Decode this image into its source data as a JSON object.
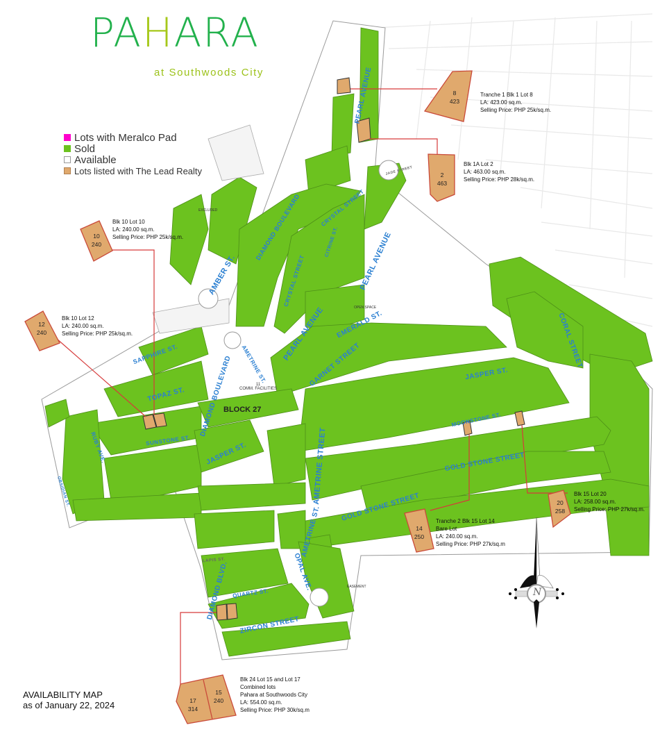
{
  "brand": {
    "title_pre": "PA",
    "title_h": "H",
    "title_post": "ARA",
    "subtitle": "at Southwoods City",
    "primary_color": "#22b14c",
    "accent_color": "#9cc21a"
  },
  "legend": {
    "items": [
      {
        "label": "Lots with Meralco Pad",
        "color": "#ff00cc"
      },
      {
        "label": "Sold",
        "color": "#6cc21f"
      },
      {
        "label": "Available",
        "color": "#ffffff"
      },
      {
        "label": "Lots listed with The Lead Realty",
        "color": "#e0a96d"
      }
    ]
  },
  "callouts": [
    {
      "id": "b1-l8",
      "lot": "8",
      "area": "423",
      "lines": [
        "Tranche 1 Blk 1 Lot 8",
        "LA: 423.00 sq.m.",
        "Selling Price: PHP 25k/sq.m."
      ]
    },
    {
      "id": "b1a-l2",
      "lot": "2",
      "area": "463",
      "lines": [
        "Blk 1A Lot 2",
        "LA: 463.00 sq.m.",
        "Selling Price: PHP 28k/sq.m."
      ]
    },
    {
      "id": "b10-l10",
      "lot": "10",
      "area": "240",
      "lines": [
        "Blk 10 Lot 10",
        "LA: 240.00 sq.m.",
        "Selling Price: PHP 25k/sq.m."
      ]
    },
    {
      "id": "b10-l12",
      "lot": "12",
      "area": "240",
      "lines": [
        "Blk 10 Lot 12",
        "LA: 240.00 sq.m.",
        "Selling Price: PHP 25k/sq.m."
      ]
    },
    {
      "id": "b15-l20",
      "lot": "20",
      "area": "258",
      "lines": [
        "Blk 15 Lot 20",
        "LA: 258.00 sq.m.",
        "Selling Price: PHP 27k/sq.m."
      ]
    },
    {
      "id": "b15-l14",
      "lot": "14",
      "area": "250",
      "lines": [
        "Tranche 2 Blk 15 Lot 14",
        "Bare Lot",
        "LA: 240.00 sq.m.",
        "Selling Price: PHP 27k/sq.m"
      ]
    },
    {
      "id": "b24-l15-17",
      "lot": "17",
      "area": "314",
      "lot2": "15",
      "area2": "240",
      "lines": [
        "Blk 24 Lot 15 and Lot 17",
        "Combined lots",
        "Pahara at Southwoods City",
        "LA: 554.00 sq.m.",
        "Selling Price: PHP 30k/sq.m"
      ]
    }
  ],
  "streets": {
    "pearl_avenue_n": "PEARL AVENUE",
    "pearl_avenue_mid": "PEARL AVENUE",
    "pearl_avenue_s": "PEARL AVENUE",
    "diamond_boulevard_n": "DIAMOND BOULEVARD",
    "diamond_boulevard_s": "DIAMOND BOULEVARD",
    "diamond_blvd": "DIAMOND BLVD.",
    "amber_st": "AMBER ST.",
    "crystal_street_n": "CRYSTAL STREET",
    "crystal_street_s": "CRYSTAL STREET",
    "citrine_st": "CITRINE ST.",
    "emerald_st": "EMERALD ST.",
    "garnet_street": "GARNET STREET",
    "ametrine_st_n": "AMETRINE ST.",
    "ametrine_street": "AMETRINE STREET",
    "ametrine_st_s": "AMETRINE ST.",
    "jasper_st_e": "JASPER ST.",
    "jasper_st_w": "JASPER ST.",
    "coral_street": "CORAL STREET",
    "moonstone_st": "MOONSTONE ST.",
    "gold_stone_street_e": "GOLD STONE STREET",
    "gold_stone_street_w": "GOLD STONE STREET",
    "sapphire_st": "SAPPHIRE ST.",
    "topaz_st": "TOPAZ ST.",
    "sunstone_st": "SUNSTONE ST.",
    "ruby_ave": "RUBY AVE.",
    "onyx_st": "OBSIDIAN ST.",
    "opal_ave": "OPAL AVE.",
    "quartz_st": "QUARTZ ST.",
    "zircon_street": "ZIRCON STREET",
    "jade_street": "JADE STREET",
    "lapis_st": "LAPIS ST."
  },
  "labels": {
    "block27": "BLOCK 27",
    "comm_facilities_num": "11",
    "comm_facilities": "COMM. FACILITIES",
    "open_space": "OPEN SPACE",
    "easement": "EASEMENT",
    "excluded": "EXCLUDED"
  },
  "compass": {
    "letter": "N"
  },
  "footer": {
    "title": "AVAILABILITY MAP",
    "date": "as of January 22, 2024"
  }
}
